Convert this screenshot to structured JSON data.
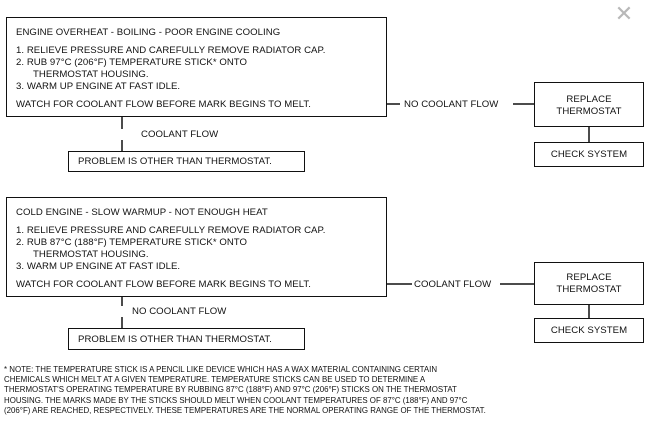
{
  "close_button": {
    "glyph": "✕"
  },
  "chart1": {
    "box_title": "ENGINE OVERHEAT - BOILING - POOR ENGINE COOLING",
    "step1": "1. RELIEVE PRESSURE AND CAREFULLY REMOVE RADIATOR CAP.",
    "step2a": "2. RUB 97°C (206°F) TEMPERATURE STICK* ONTO",
    "step2b": "THERMOSTAT HOUSING.",
    "step3": "3. WARM UP ENGINE AT FAST IDLE.",
    "watch": "WATCH FOR COOLANT FLOW BEFORE MARK BEGINS TO MELT.",
    "branch_right_label": "NO COOLANT FLOW",
    "branch_down_label": "COOLANT FLOW",
    "down_result": "PROBLEM IS OTHER THAN THERMOSTAT.",
    "right_result_line1": "REPLACE",
    "right_result_line2": "THERMOSTAT",
    "check": "CHECK SYSTEM"
  },
  "chart2": {
    "box_title": "COLD ENGINE - SLOW WARMUP - NOT ENOUGH HEAT",
    "step1": "1. RELIEVE PRESSURE AND CAREFULLY REMOVE RADIATOR CAP.",
    "step2a": "2. RUB 87°C (188°F) TEMPERATURE STICK* ONTO",
    "step2b": "THERMOSTAT HOUSING.",
    "step3": "3. WARM UP ENGINE AT FAST IDLE.",
    "watch": "WATCH FOR COOLANT FLOW BEFORE MARK BEGINS TO MELT.",
    "branch_right_label": "COOLANT FLOW",
    "branch_down_label": "NO COOLANT FLOW",
    "down_result": "PROBLEM IS OTHER THAN THERMOSTAT.",
    "right_result_line1": "REPLACE",
    "right_result_line2": "THERMOSTAT",
    "check": "CHECK SYSTEM"
  },
  "note": "* NOTE: THE TEMPERATURE STICK IS A PENCIL LIKE DEVICE WHICH HAS A WAX MATERIAL CONTAINING CERTAIN\nCHEMICALS WHICH MELT AT A GIVEN TEMPERATURE. TEMPERATURE STICKS CAN BE USED TO DETERMINE A\nTHERMOSTAT'S OPERATING TEMPERATURE BY RUBBING 87°C (188°F) AND 97°C (206°F) STICKS ON THE THERMOSTAT\nHOUSING. THE MARKS MADE BY THE STICKS SHOULD MELT WHEN COOLANT TEMPERATURES OF 87°C (188°F) AND 97°C\n(206°F) ARE REACHED, RESPECTIVELY. THESE TEMPERATURES ARE THE NORMAL OPERATING RANGE OF THE THERMOSTAT."
}
